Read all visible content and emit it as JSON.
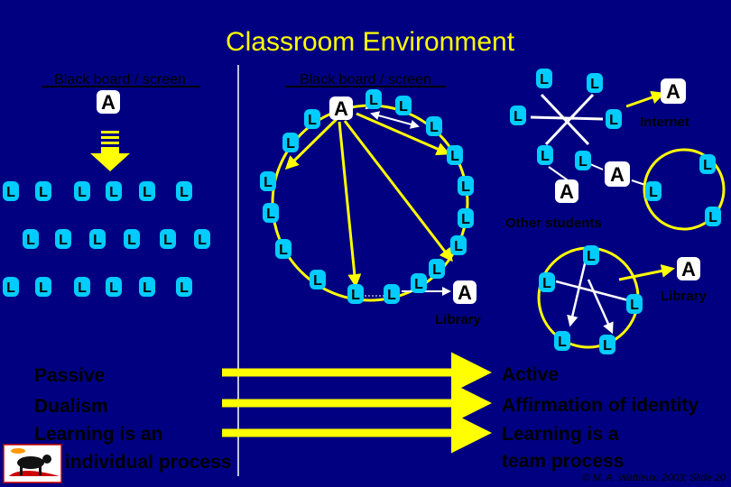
{
  "slide": {
    "title": "Classroom Environment",
    "board_label": "Black board / screen",
    "node_label": "L",
    "instructor_label": "A",
    "labels": {
      "internet": "Internet",
      "other_students": "Other students",
      "library_right": "Library",
      "library_middle": "Library"
    },
    "left_list": [
      "Passive",
      "Dualism",
      "Learning is an",
      "individual process"
    ],
    "right_list": [
      "Active",
      "Affirmation of identity",
      "Learning is a",
      "team process"
    ],
    "copyright": "© M. A. Wattieux, 2003; Slide 20",
    "logo_icon": "cow-icon",
    "colors": {
      "background": "#000080",
      "title": "#ffff00",
      "node_fill": "#00ccff",
      "instructor_fill": "#ffffff",
      "arrow": "#ffff00",
      "circle": "#ffff00",
      "link": "#ffffff",
      "text": "#000000"
    }
  }
}
